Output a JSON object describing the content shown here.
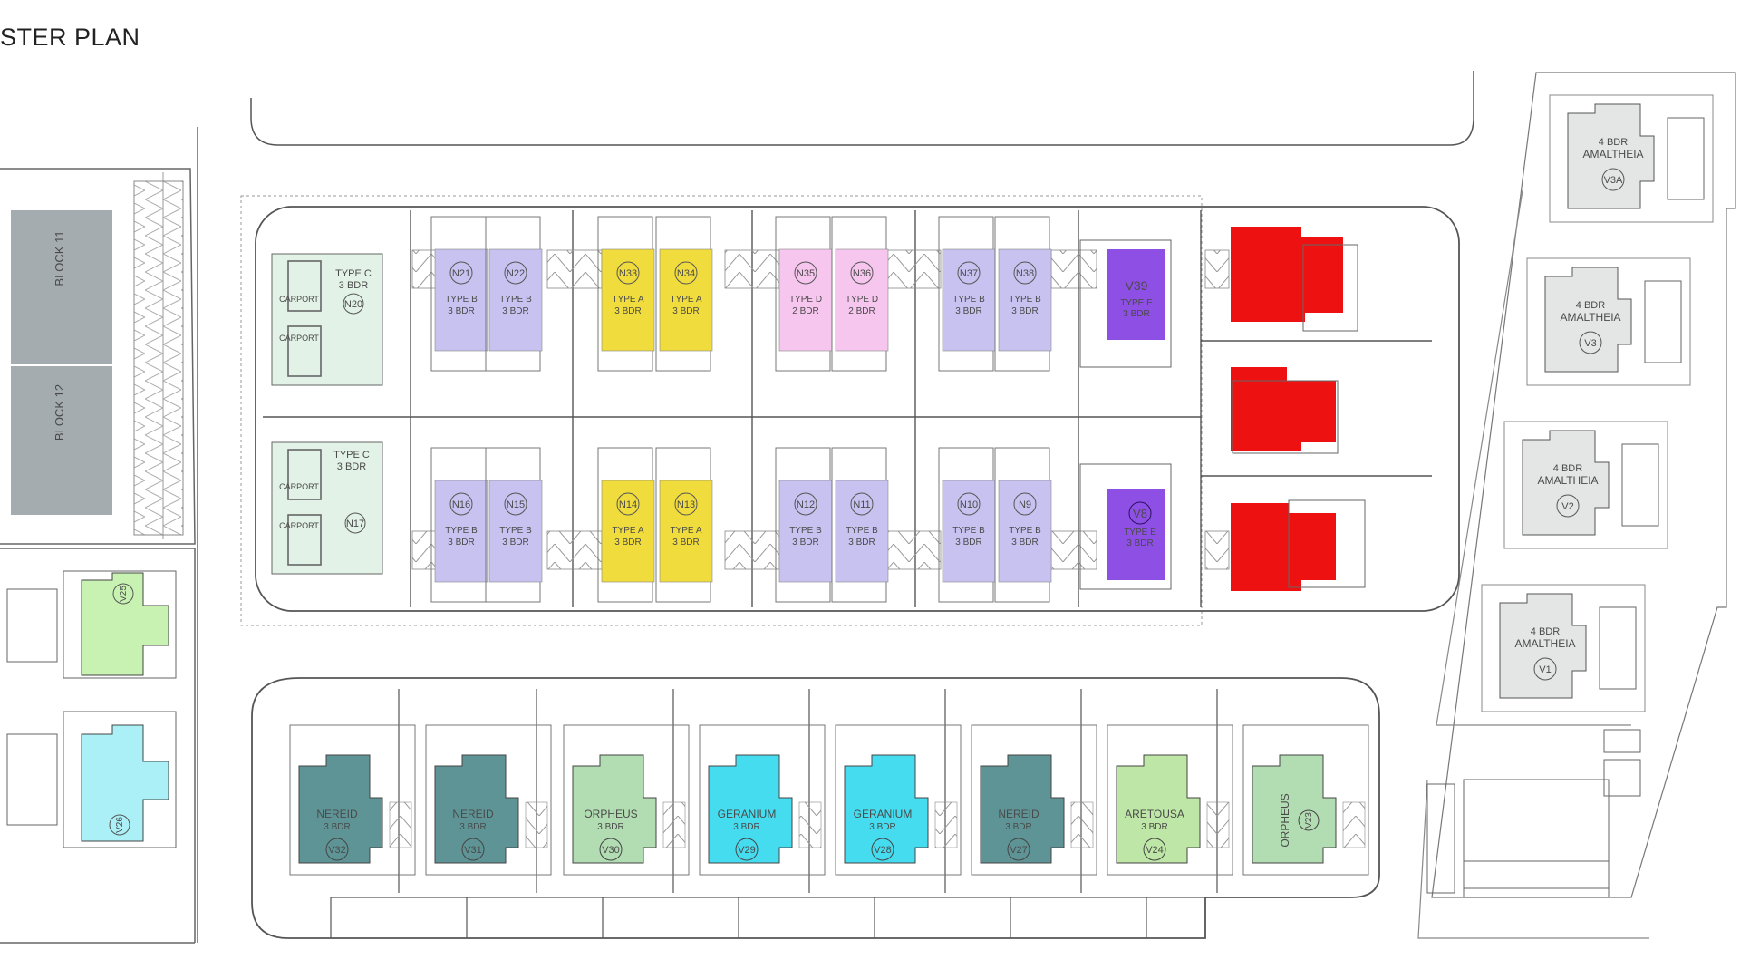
{
  "header": {
    "title": "STER PLAN"
  },
  "colors": {
    "typeB": "#c8c2f0",
    "typeA": "#f0dc3c",
    "typeD": "#f6c6ee",
    "typeE": "#8e4fe4",
    "red": "#ee1111",
    "nereid": "#5e9496",
    "orpheus": "#b2dcb2",
    "geranium": "#46dcf0",
    "aretousa": "#bee6a6",
    "amaltheia": "#e4e6e6",
    "grey": "#a4acb0",
    "v25": "#c8f2b2",
    "v26": "#aaf0f6",
    "typeC": "#e2f2e6"
  },
  "blocks": {
    "b11": "BLOCK 11",
    "b12": "BLOCK 12"
  },
  "units_top": [
    {
      "id": "N21",
      "type": "TYPE B",
      "bdr": "3 BDR"
    },
    {
      "id": "N22",
      "type": "TYPE B",
      "bdr": "3 BDR"
    },
    {
      "id": "N33",
      "type": "TYPE A",
      "bdr": "3 BDR"
    },
    {
      "id": "N34",
      "type": "TYPE A",
      "bdr": "3 BDR"
    },
    {
      "id": "N35",
      "type": "TYPE D",
      "bdr": "2 BDR"
    },
    {
      "id": "N36",
      "type": "TYPE D",
      "bdr": "2 BDR"
    },
    {
      "id": "N37",
      "type": "TYPE B",
      "bdr": "3 BDR"
    },
    {
      "id": "N38",
      "type": "TYPE B",
      "bdr": "3 BDR"
    }
  ],
  "units_bottom": [
    {
      "id": "N16",
      "type": "TYPE B",
      "bdr": "3 BDR"
    },
    {
      "id": "N15",
      "type": "TYPE B",
      "bdr": "3 BDR"
    },
    {
      "id": "N14",
      "type": "TYPE A",
      "bdr": "3 BDR"
    },
    {
      "id": "N13",
      "type": "TYPE A",
      "bdr": "3 BDR"
    },
    {
      "id": "N12",
      "type": "TYPE B",
      "bdr": "3 BDR"
    },
    {
      "id": "N11",
      "type": "TYPE B",
      "bdr": "3 BDR"
    },
    {
      "id": "N10",
      "type": "TYPE B",
      "bdr": "3 BDR"
    },
    {
      "id": "N9",
      "type": "TYPE B",
      "bdr": "3 BDR"
    }
  ],
  "v39": {
    "id": "V39",
    "type": "TYPE E",
    "bdr": "3 BDR"
  },
  "v8": {
    "id": "V8",
    "type": "TYPE E",
    "bdr": "3 BDR"
  },
  "left_units": {
    "u1": {
      "type": "TYPE C",
      "bdr": "3 BDR",
      "id": "N20"
    },
    "u2": {
      "type": "TYPE C",
      "bdr": "3 BDR",
      "id": "N17"
    },
    "v25": "V25",
    "v26": "V26",
    "carport": "CARPORT"
  },
  "villas_bottom": [
    {
      "name": "NEREID",
      "bdr": "3 BDR",
      "id": "V32"
    },
    {
      "name": "NEREID",
      "bdr": "3 BDR",
      "id": "V31"
    },
    {
      "name": "ORPHEUS",
      "bdr": "3 BDR",
      "id": "V30"
    },
    {
      "name": "GERANIUM",
      "bdr": "3 BDR",
      "id": "V29"
    },
    {
      "name": "GERANIUM",
      "bdr": "3 BDR",
      "id": "V28"
    },
    {
      "name": "NEREID",
      "bdr": "3 BDR",
      "id": "V27"
    },
    {
      "name": "ARETOUSA",
      "bdr": "3 BDR",
      "id": "V24"
    },
    {
      "name": "ORPHEUS",
      "bdr": "",
      "id": "V23"
    }
  ],
  "villas_right": [
    {
      "bdr": "4 BDR",
      "name": "AMALTHEIA",
      "id": "V3A"
    },
    {
      "bdr": "4 BDR",
      "name": "AMALTHEIA",
      "id": "V3"
    },
    {
      "bdr": "4 BDR",
      "name": "AMALTHEIA",
      "id": "V2"
    },
    {
      "bdr": "4 BDR",
      "name": "AMALTHEIA",
      "id": "V1"
    }
  ]
}
